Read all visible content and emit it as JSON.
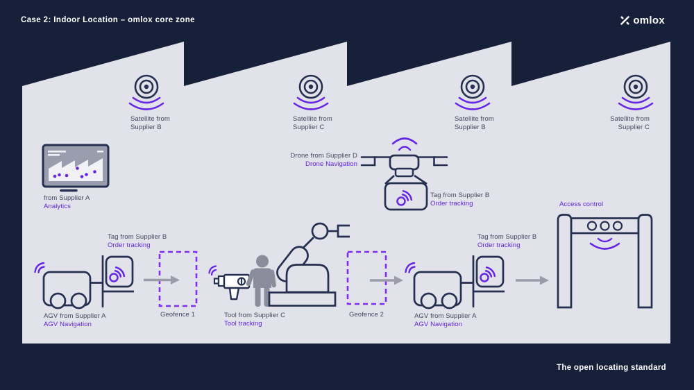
{
  "header": {
    "title": "Case 2: Indoor Location – omlox core zone",
    "logo_text": "omlox"
  },
  "footer": {
    "tagline": "The open locating standard"
  },
  "satellites": [
    {
      "line1": "Satellite from",
      "line2": "Supplier B"
    },
    {
      "line1": "Satellite from",
      "line2": "Supplier C"
    },
    {
      "line1": "Satellite from",
      "line2": "Supplier B"
    },
    {
      "line1": "Satellite from",
      "line2": "Supplier C"
    }
  ],
  "monitor": {
    "label": "from Supplier A",
    "sublabel": "Analytics"
  },
  "drone": {
    "label": "Drone from Supplier D",
    "sublabel": "Drone Navigation",
    "tag_label": "Tag from Supplier B",
    "tag_sublabel": "Order tracking"
  },
  "agv_left": {
    "label": "AGV from Supplier A",
    "sublabel": "AGV Navigation",
    "tag_label": "Tag from Supplier B",
    "tag_sublabel": "Order tracking"
  },
  "agv_right": {
    "label": "AGV from Supplier A",
    "sublabel": "AGV Navigation",
    "tag_label": "Tag from Supplier B",
    "tag_sublabel": "Order tracking"
  },
  "geofence_1": {
    "label": "Geofence 1"
  },
  "geofence_2": {
    "label": "Geofence 2"
  },
  "tool": {
    "label": "Tool from Supplier C",
    "sublabel": "Tool tracking"
  },
  "access_control": {
    "label": "Access control"
  },
  "colors": {
    "background": "#162038",
    "zone_fill": "#e2e2ea",
    "outline_navy": "#253050",
    "accent_purple": "#6426e4",
    "geofence_purple": "#7d2ef5",
    "arrow_gray": "#9b9caa",
    "worker_gray": "#8b8c9c",
    "label_text": "#45475e",
    "label_accent": "#5d23dd"
  }
}
